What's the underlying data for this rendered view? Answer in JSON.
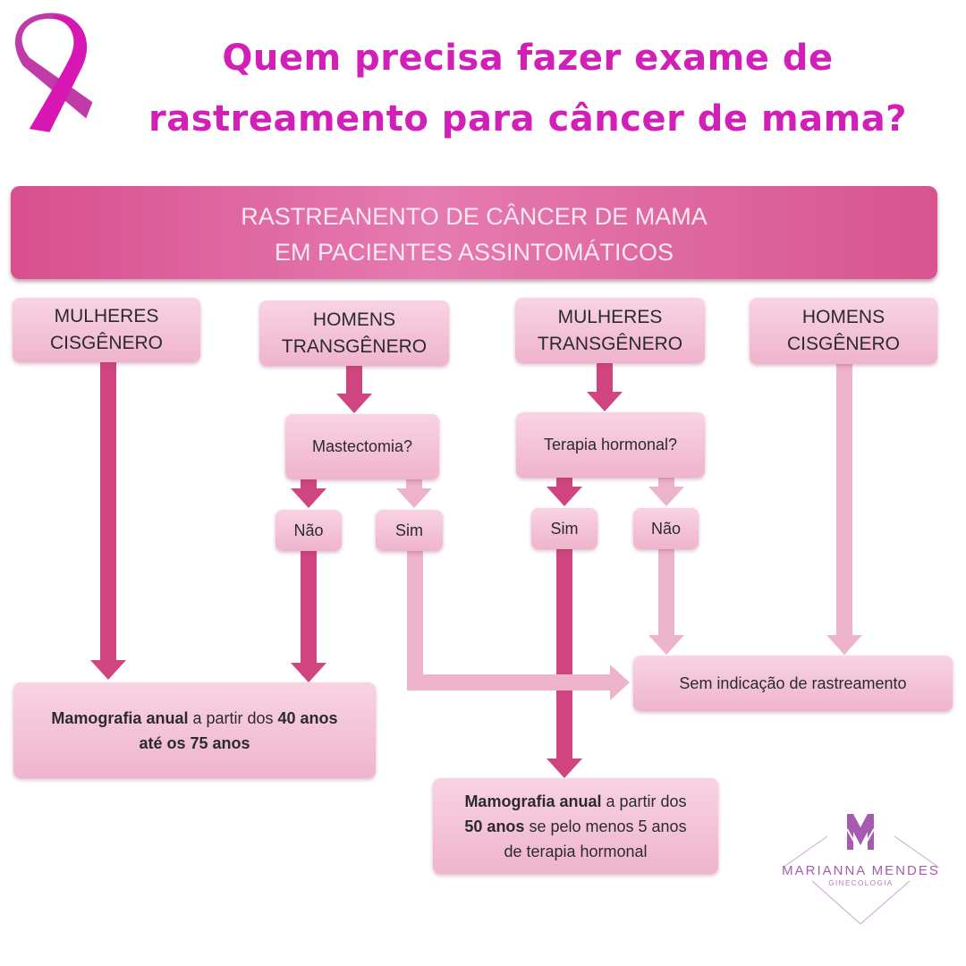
{
  "title": {
    "line1": "Quem precisa fazer exame de",
    "line2": "rastreamento para câncer de mama?"
  },
  "banner": {
    "line1": "RASTREANENTO DE CÂNCER DE MAMA",
    "line2": "EM PACIENTES ASSINTOMÁTICOS"
  },
  "categories": [
    {
      "line1": "MULHERES",
      "line2": "CISGÊNERO"
    },
    {
      "line1": "HOMENS",
      "line2": "TRANSGÊNERO"
    },
    {
      "line1": "MULHERES",
      "line2": "TRANSGÊNERO"
    },
    {
      "line1": "HOMENS",
      "line2": "CISGÊNERO"
    }
  ],
  "questions": {
    "mastectomy": "Mastectomia?",
    "hormone": "Terapia hormonal?"
  },
  "answers": {
    "mast_no": "Não",
    "mast_yes": "Sim",
    "horm_yes": "Sim",
    "horm_no": "Não"
  },
  "results": {
    "no_screening": "Sem indicação de rastreamento",
    "annual40": {
      "bold1": "Mamografia anual",
      "t1": " a partir dos ",
      "bold2": "40 anos",
      "bold3": "até os 75 anos"
    },
    "annual50": {
      "bold1": "Mamografia anual",
      "t1": " a partir dos",
      "bold2": "50 anos",
      "t2": " se pelo menos 5 anos",
      "t3": "de terapia hormonal"
    }
  },
  "logo": {
    "name": "MARIANNA MENDES",
    "subtitle": "GINECOLOGIA",
    "monogram": "M"
  },
  "colors": {
    "title": "#d21fb8",
    "arrow_dark": "#d0457f",
    "arrow_light": "#ecb3cb",
    "logo": "#a65bb0"
  }
}
